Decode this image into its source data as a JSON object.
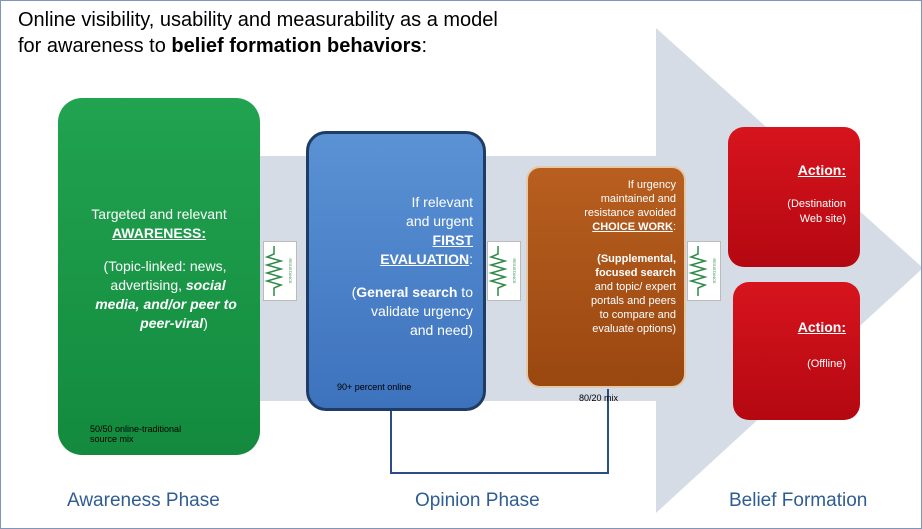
{
  "title": {
    "line1": "Online visibility, usability and measurability  as a model",
    "line2_prefix": "for awareness to ",
    "line2_bold": "belief formation behaviors",
    "line2_suffix": ":"
  },
  "awareness_box": {
    "l1": "Targeted and relevant",
    "l2": "AWARENESS:",
    "l3": "(Topic-linked: news,",
    "l4": "advertising, ",
    "l4b": "social",
    "l5": "media, and/or peer to",
    "l6": "peer-viral",
    "l6b": ")",
    "footer1": "50/50 online-traditional",
    "footer2": "source mix"
  },
  "evaluation_box": {
    "l1": "If relevant",
    "l2": "and urgent",
    "l3": "FIRST",
    "l4": "EVALUATION",
    "l4b": ":",
    "l5a": "(",
    "l5": "General search",
    "l5b": " to",
    "l6": "validate urgency",
    "l7": "and need)",
    "footer": "90+ percent  online"
  },
  "choice_box": {
    "l1": "If urgency",
    "l2": "maintained and",
    "l3": "resistance avoided",
    "l4": "CHOICE WORK",
    "l4b": ":",
    "l5": "(Supplemental,",
    "l6": "focused search",
    "l7": "and  topic/ expert",
    "l8": "portals and peers",
    "l9": "to compare and",
    "l10": "evaluate options)",
    "footer": "80/20 mix"
  },
  "action1": {
    "title": "Action:",
    "l1": "(Destination",
    "l2": "Web site)"
  },
  "action2": {
    "title": "Action:",
    "l1": "(Offline)"
  },
  "resistance_label": "RESISTANCE",
  "phases": {
    "awareness": "Awareness Phase",
    "opinion": "Opinion Phase",
    "belief": "Belief Formation"
  },
  "colors": {
    "green": "#1a9548",
    "blue": "#4a80c8",
    "brown": "#a8521a",
    "red": "#c80d16",
    "arrow": "#d5dce6",
    "phase_text": "#2f5d93"
  }
}
